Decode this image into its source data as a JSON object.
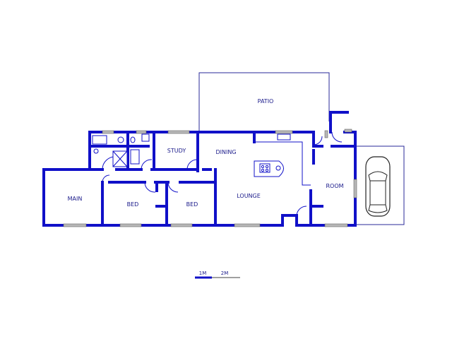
{
  "rooms": {
    "patio": "PATIO",
    "dining": "DINING",
    "study": "STUDY",
    "lounge": "LOUNGE",
    "room": "ROOM",
    "main": "MAIN",
    "bed1": "BED",
    "bed2": "BED"
  },
  "scale": {
    "label_1": "1M",
    "label_2": "2M"
  },
  "colors": {
    "wall": "#1010c8",
    "window": "#b8b8b8",
    "label": "#1a1a8a"
  }
}
